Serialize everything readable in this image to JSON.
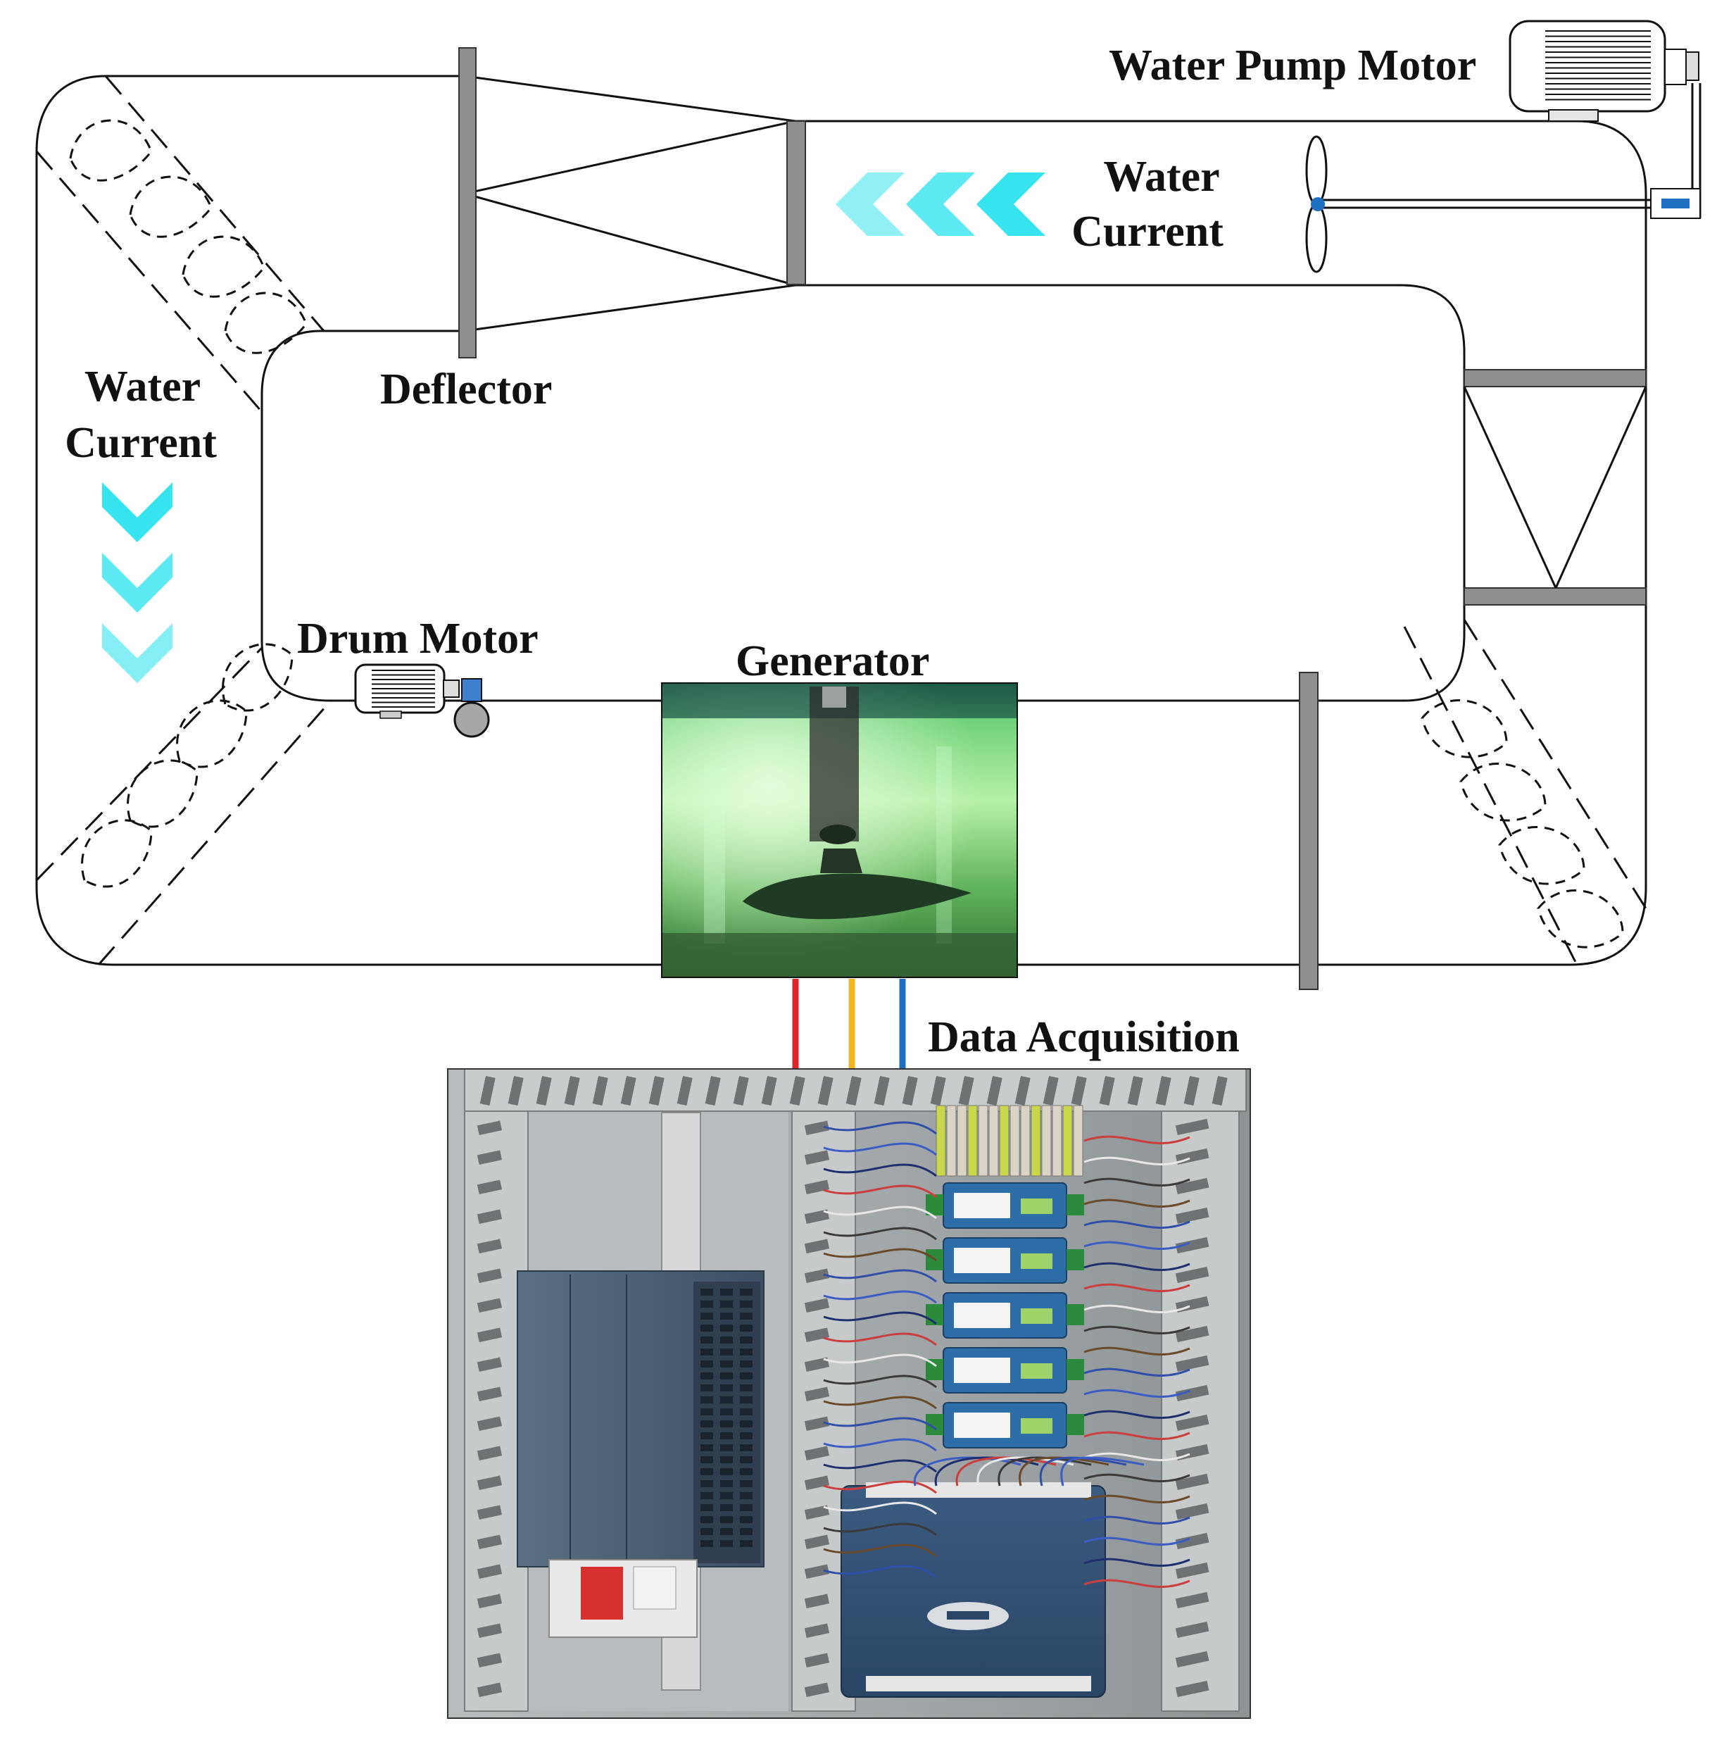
{
  "labels": {
    "water_pump_motor": "Water Pump Motor",
    "water_current_top_line1": "Water",
    "water_current_top_line2": "Current",
    "water_current_left_line1": "Water",
    "water_current_left_line2": "Current",
    "deflector": "Deflector",
    "drum_motor": "Drum Motor",
    "generator": "Generator",
    "data_acquisition": "Data Acquisition"
  },
  "colors": {
    "outline": "#111111",
    "panel_gray": "#8f8f8f",
    "arrow_cyan": "#35e4ee",
    "wire_red": "#e0252a",
    "wire_yellow": "#f1b71c",
    "wire_blue": "#1f6fc2",
    "water_green": "#3e9c3a",
    "cabinet_gray": "#9ea3a6",
    "module_blue": "#2d6ea8",
    "plc_slate": "#4d6275"
  },
  "icons": {
    "water_pump_motor": "electric-motor-icon",
    "drum_motor": "electric-motor-icon",
    "propeller": "propeller-icon",
    "flow_arrow": "chevron-arrow-icon"
  }
}
